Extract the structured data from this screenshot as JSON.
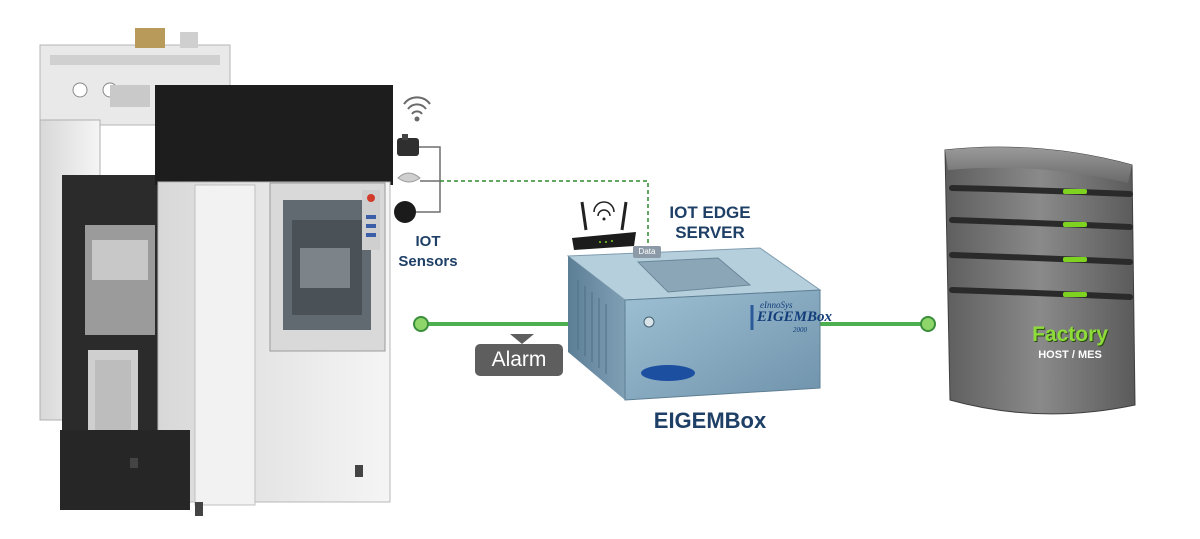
{
  "diagram": {
    "sensors_label_line1": "IOT",
    "sensors_label_line2": "Sensors",
    "edge_server_line1": "IOT EDGE",
    "edge_server_line2": "SERVER",
    "data_tag": "Data",
    "alarm_label": "Alarm",
    "box_name": "EIGEMBox",
    "box_brand_small": "eInnoSys",
    "box_brand_main": "EIGEMBox",
    "box_brand_number": "2000",
    "factory_label": "Factory",
    "host_label": "HOST / MES"
  },
  "colors": {
    "link_green": "#4caf50",
    "server_led_green": "#7ed321",
    "label_blue": "#1e3f66",
    "box_blue": "#8fb0c4",
    "dashed_green": "#2e8b2e"
  },
  "icons": [
    "wifi-icon",
    "sensor-icon",
    "router-icon",
    "server-tower-icon",
    "machine-icon"
  ]
}
